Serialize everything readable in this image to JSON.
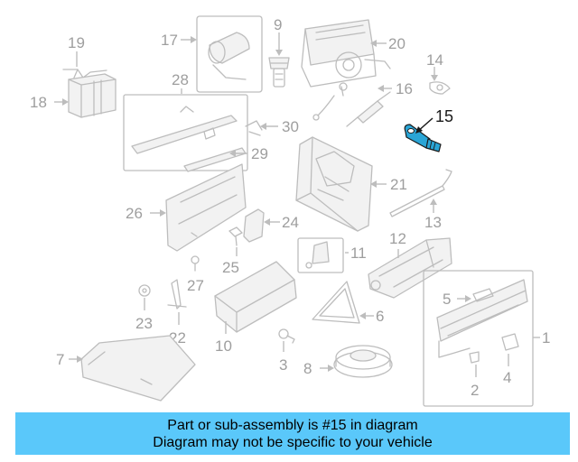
{
  "callouts": {
    "c1": "1",
    "c2": "2",
    "c3": "3",
    "c4": "4",
    "c5": "5",
    "c6": "6",
    "c7": "7",
    "c8": "8",
    "c9": "9",
    "c10": "10",
    "c11": "11",
    "c12": "12",
    "c13": "13",
    "c14": "14",
    "c15": "15",
    "c16": "16",
    "c17": "17",
    "c18": "18",
    "c19": "19",
    "c20": "20",
    "c21": "21",
    "c22": "22",
    "c23": "23",
    "c24": "24",
    "c25": "25",
    "c26": "26",
    "c27": "27",
    "c28": "28",
    "c29": "29",
    "c30": "30"
  },
  "highlighted_part": "15",
  "banner": {
    "line1": "Part or sub-assembly is #15 in diagram",
    "line2": "Diagram may not be specific to your vehicle"
  },
  "colors": {
    "banner_background": "#5ac8fa",
    "highlight_part": "#2aa5d6",
    "line_art": "#bdbdbd"
  }
}
